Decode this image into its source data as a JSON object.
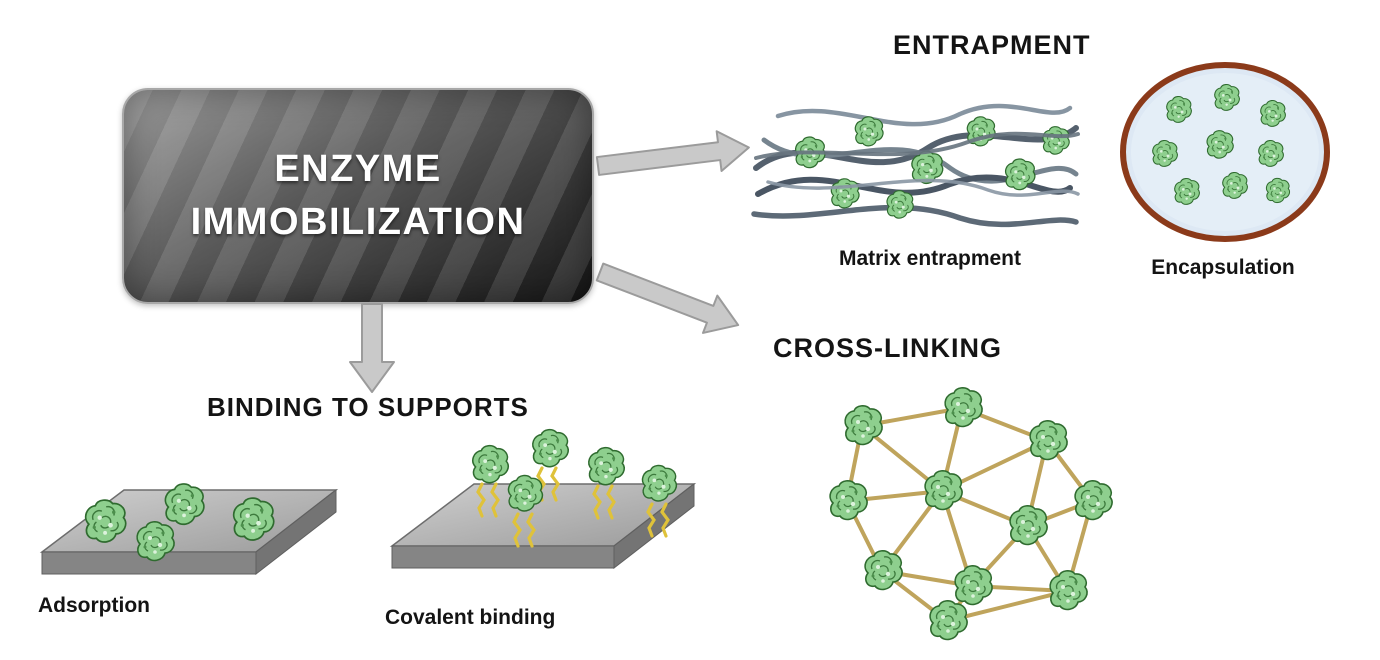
{
  "figure": {
    "title": "ENZYME IMMOBILIZATION",
    "entrapment": {
      "heading": "ENTRAPMENT",
      "matrix_label": "Matrix entrapment",
      "encapsulation_label": "Encapsulation"
    },
    "cross_linking": {
      "heading": "CROSS-LINKING"
    },
    "binding": {
      "heading": "BINDING TO SUPPORTS",
      "adsorption_label": "Adsorption",
      "covalent_label": "Covalent binding"
    },
    "colors": {
      "enzyme_green": "#8ecf8e",
      "enzyme_outline": "#2f6b2f",
      "fiber_gray": "#55616e",
      "capsule_border": "#8b3a1a",
      "capsule_fill": "#dde8f4",
      "crosslink_tan": "#bfa45c",
      "tether_yellow": "#dfc23a",
      "slab_gray": "#a9a9a9",
      "arrow_fill": "#c9c9c9"
    }
  }
}
